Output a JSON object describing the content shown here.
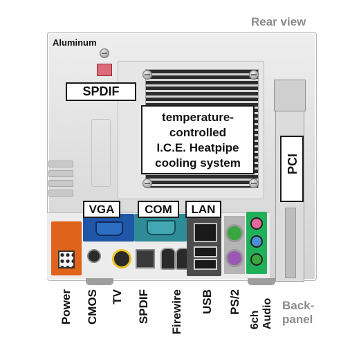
{
  "header": {
    "rear_view": "Rear view",
    "aluminum": "Aluminum"
  },
  "callouts": {
    "spdif": "SPDIF",
    "cooling_lines": [
      "temperature-",
      "controlled",
      "I.C.E. Heatpipe",
      "cooling system"
    ],
    "pci": "PCI",
    "vga": "VGA",
    "com": "COM",
    "lan": "LAN"
  },
  "bottom_labels": [
    "Power",
    "CMOS",
    "TV",
    "SPDIF",
    "Firewire",
    "USB",
    "PS/2",
    "6ch Audio"
  ],
  "backpanel": {
    "line1": "Back-",
    "line2": "panel"
  },
  "colors": {
    "power_port": "#e0631b",
    "vga_port": "#1f56a8",
    "com_port": "#2f8c96",
    "usb_lan_plate": "#4c4c4c",
    "ps2_keyboard": "#9a57b4",
    "ps2_mouse": "#3aa640",
    "audio_block": "#20b05a",
    "spdif_optical": "#e06b78",
    "tv_port": "#e8c21c"
  }
}
